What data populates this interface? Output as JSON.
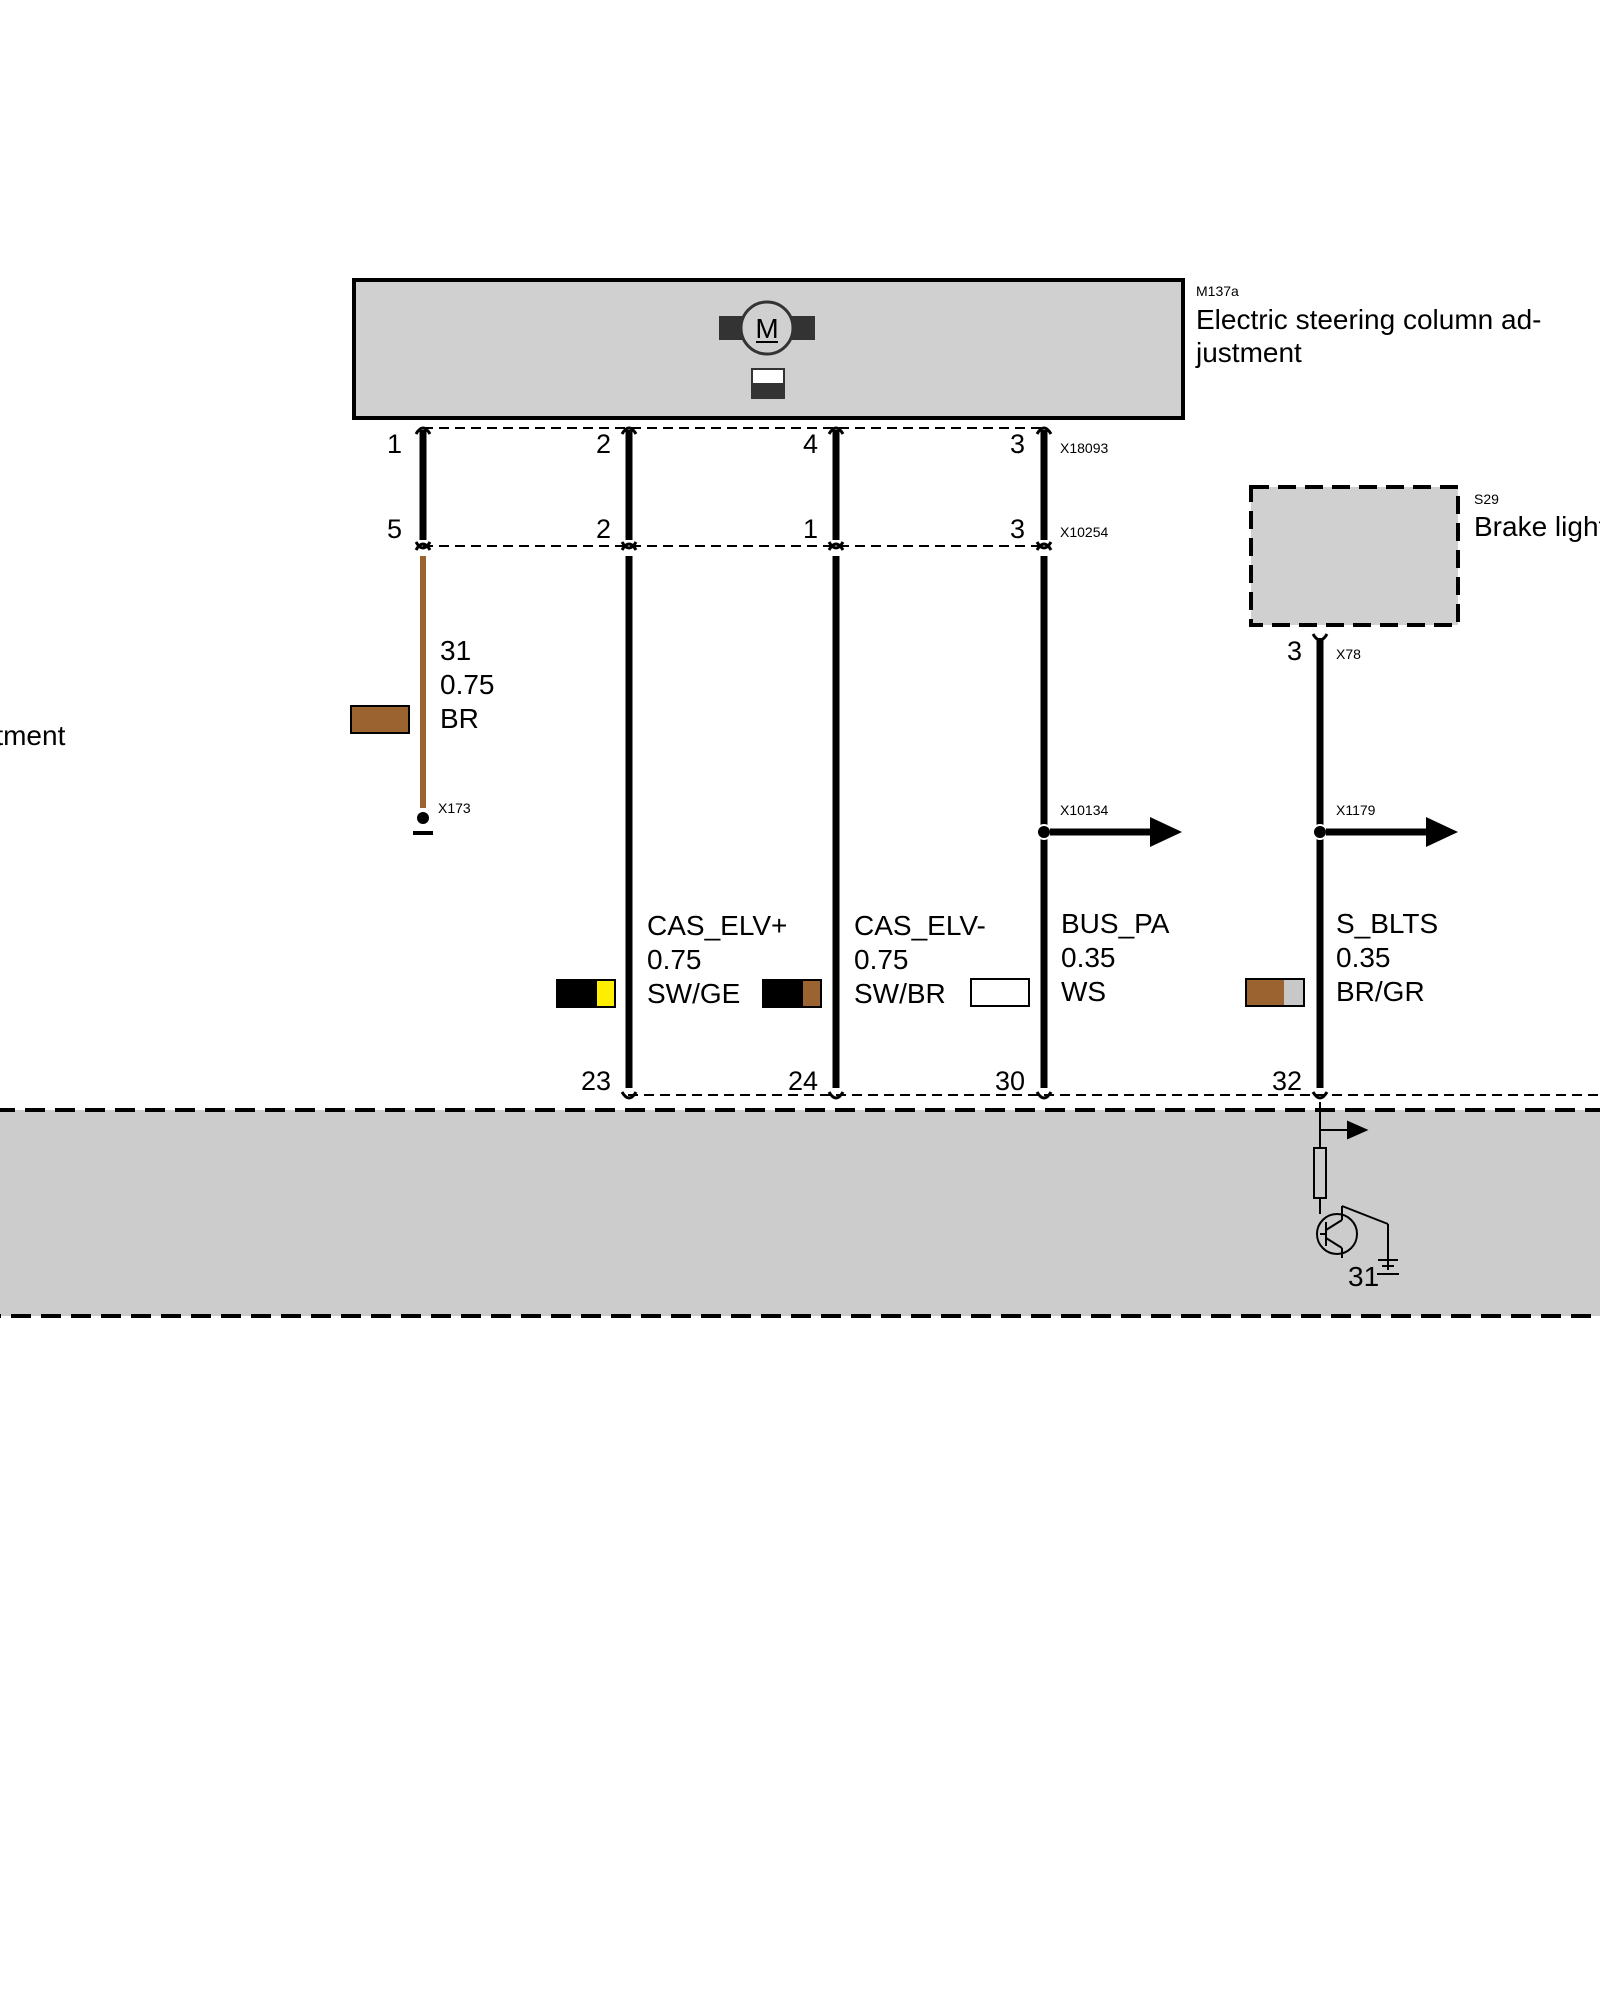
{
  "components": {
    "motor_module": {
      "code": "M137a",
      "name_line1": "Electric steering column ad-",
      "name_line2": "justment",
      "motor_glyph": "M"
    },
    "brake_switch": {
      "code": "S29",
      "name": "Brake light"
    },
    "left_cut_label": "rtment"
  },
  "connectors": {
    "x18093": "X18093",
    "x10254": "X10254",
    "x173": "X173",
    "x78": "X78",
    "x10134": "X10134",
    "x1179": "X1179"
  },
  "pins": {
    "m137a": [
      "1",
      "2",
      "4",
      "3"
    ],
    "x10254": [
      "5",
      "2",
      "1",
      "3"
    ],
    "s29": "3",
    "bottom": [
      "23",
      "24",
      "30",
      "32"
    ],
    "ground": "31"
  },
  "wires": [
    {
      "signal": "31",
      "gauge": "0.75",
      "color_code": "BR",
      "colors": [
        "#9b6330"
      ]
    },
    {
      "signal": "CAS_ELV+",
      "gauge": "0.75",
      "color_code": "SW/GE",
      "colors": [
        "#000000",
        "#ffee00"
      ]
    },
    {
      "signal": "CAS_ELV-",
      "gauge": "0.75",
      "color_code": "SW/BR",
      "colors": [
        "#000000",
        "#9b6330"
      ]
    },
    {
      "signal": "BUS_PA",
      "gauge": "0.35",
      "color_code": "WS",
      "colors": [
        "#ffffff"
      ]
    },
    {
      "signal": "S_BLTS",
      "gauge": "0.35",
      "color_code": "BR/GR",
      "colors": [
        "#9b6330",
        "#c8c8c8"
      ]
    }
  ],
  "colors": {
    "module_fill": "#d0d0d0",
    "wire_black": "#000000",
    "wire_brown": "#9b6330"
  }
}
